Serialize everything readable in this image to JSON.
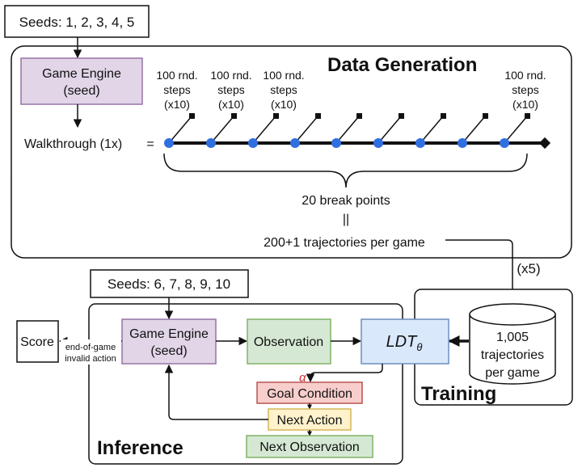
{
  "seeds_top": "Seeds: 1, 2, 3, 4, 5",
  "seeds_bottom": "Seeds: 6, 7, 8, 9, 10",
  "data_generation": {
    "title": "Data Generation",
    "engine_line1": "Game Engine",
    "engine_line2": "(seed)",
    "walkthrough": "Walkthrough (1x)",
    "equals": "=",
    "rnd_line1": "100 rnd.",
    "rnd_line2": "steps",
    "rnd_line3": "(x10)",
    "break_points": "20 break points",
    "double_bar": "||",
    "trajectories": "200+1 trajectories per game"
  },
  "multiplier": "(x5)",
  "training": {
    "title": "Training",
    "db_line1": "1,005",
    "db_line2": "trajectories",
    "db_line3": "per game"
  },
  "inference": {
    "title": "Inference",
    "score": "Score",
    "end_line1": "end-of-game",
    "end_line2": "invalid action",
    "engine_line1": "Game Engine",
    "engine_line2": "(seed)",
    "observation": "Observation",
    "ldt_base": "LDT",
    "ldt_sub": "θ",
    "alpha": "α",
    "goal": "Goal Condition",
    "next_action": "Next Action",
    "next_observation": "Next Observation"
  },
  "colors": {
    "engine_fill": "#e1d5e7",
    "engine_stroke": "#9673a6",
    "obs_fill": "#d5e8d4",
    "obs_stroke": "#82b366",
    "ldt_fill": "#dae8fc",
    "ldt_stroke": "#6c8ebf",
    "goal_fill": "#f8cecc",
    "goal_stroke": "#b85450",
    "action_fill": "#fff2cc",
    "action_stroke": "#d6b656",
    "dot": "#2f6fe0",
    "alpha": "#cc3333"
  }
}
